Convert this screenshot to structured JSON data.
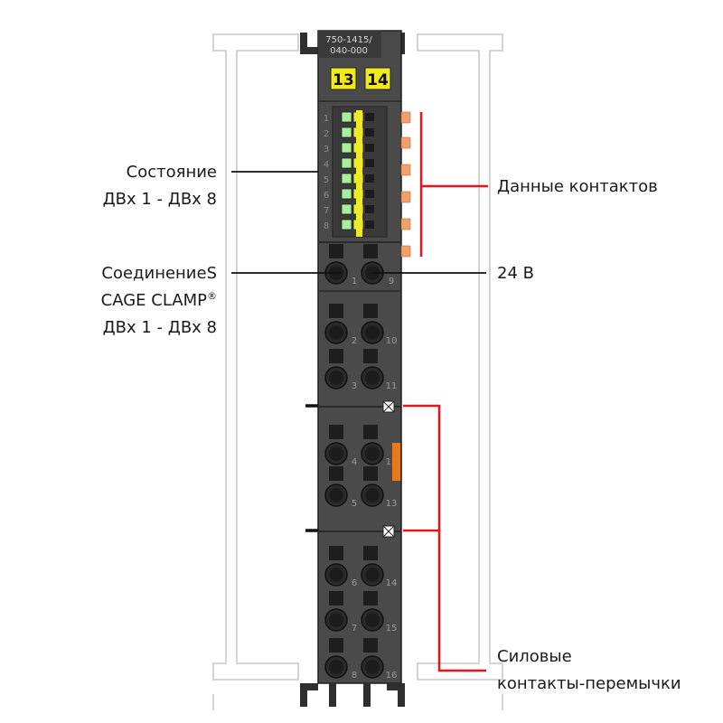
{
  "module": {
    "part_number_line1": "750-1415/",
    "part_number_line2": "040-000",
    "tag_left": "13",
    "tag_right": "14",
    "led_numbers": [
      "1",
      "2",
      "3",
      "4",
      "5",
      "6",
      "7",
      "8"
    ]
  },
  "terminals": {
    "left_numbers": [
      "1",
      "2",
      "3",
      "4",
      "5",
      "6",
      "7",
      "8"
    ],
    "right_numbers": [
      "9",
      "10",
      "11",
      "12",
      "13",
      "14",
      "15",
      "16"
    ]
  },
  "labels": {
    "status_line1": "Состояние",
    "status_line2": "ДВх 1 - ДВх 8",
    "connection_line1": "СоединениеS",
    "connection_line2_main": "CAGE CLAMP",
    "connection_line2_reg": "®",
    "connection_line3": "ДВх 1 - ДВх 8",
    "data_contacts": "Данные контактов",
    "voltage": "24 В",
    "power_line1": "Силовые",
    "power_line2": "контакты-перемычки"
  },
  "colors": {
    "module_body": "#4a4a4a",
    "module_dark": "#2f2f2f",
    "tag_yellow": "#f2ea1c",
    "led_green": "#a9ef9a",
    "led_yellow": "#ecea2a",
    "data_contact_orange": "#f3a16a",
    "power_jumper_orange": "#e87a1c",
    "callout_red": "#e8141c",
    "callout_black": "#111111",
    "rail_gray": "#d4d4d4"
  }
}
